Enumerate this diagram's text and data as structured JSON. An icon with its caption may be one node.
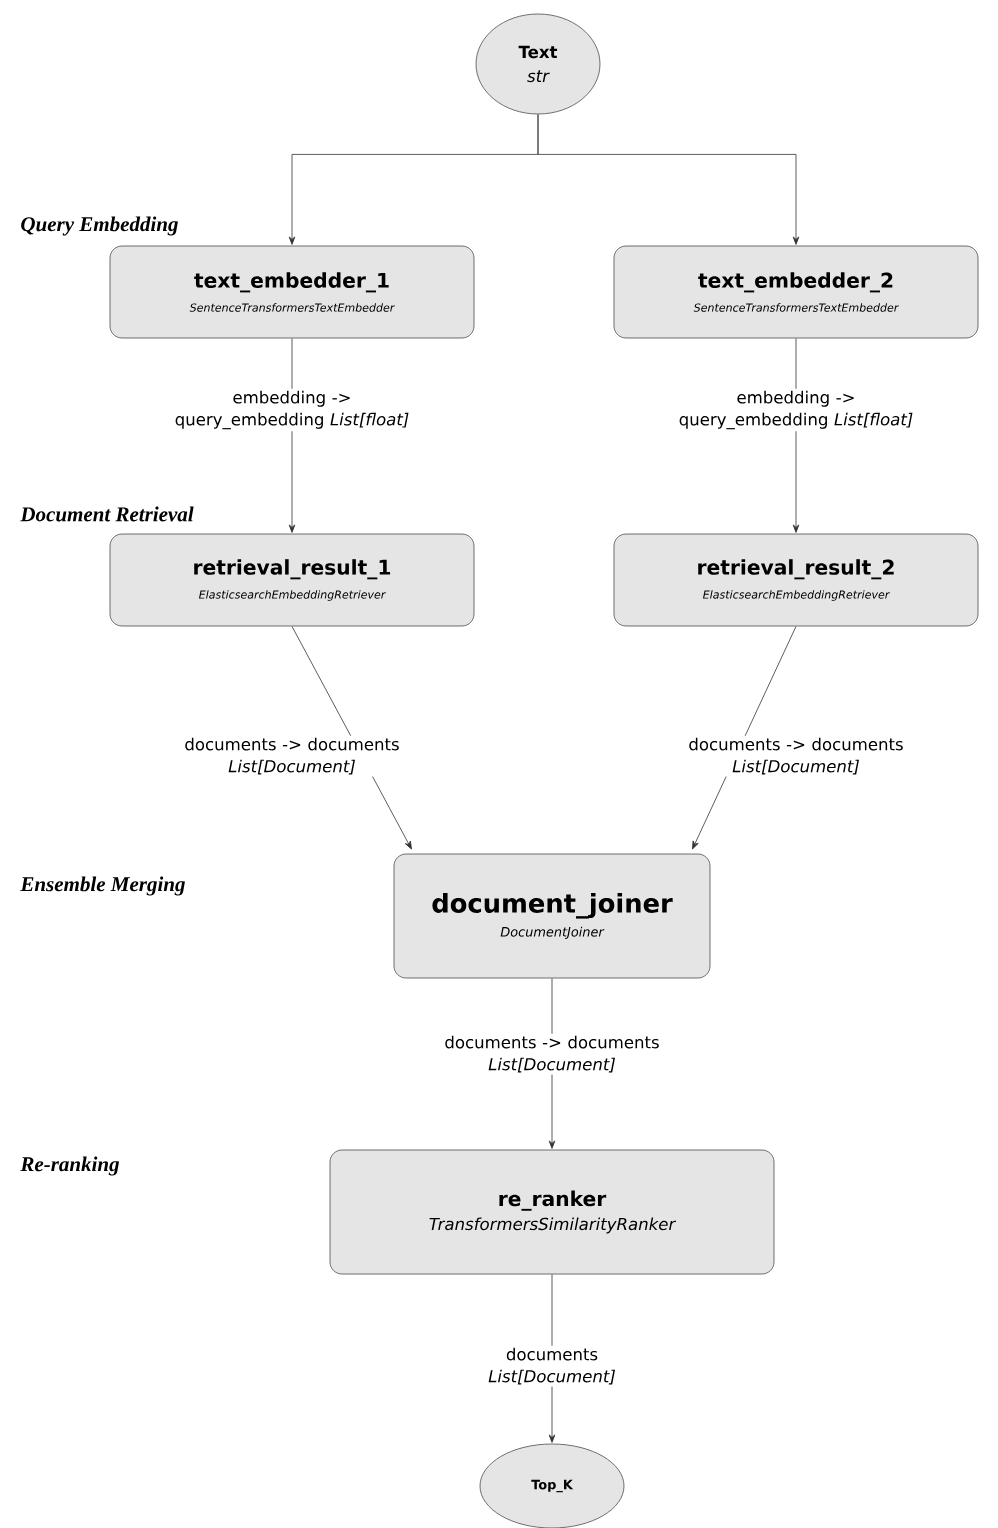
{
  "diagram": {
    "nodes": [
      {
        "text": [
          "Text",
          "str"
        ]
      },
      {
        "text": [
          "text_embedder_1",
          "SentenceTransformersTextEmbedder"
        ]
      },
      {
        "text": [
          "text_embedder_2",
          "SentenceTransformersTextEmbedder"
        ]
      },
      {
        "text": [
          "retrieval_result_1",
          "ElasticsearchEmbeddingRetriever"
        ]
      },
      {
        "text": [
          "retrieval_result_2",
          "ElasticsearchEmbeddingRetriever"
        ]
      },
      {
        "text": [
          "document_joiner",
          "DocumentJoiner"
        ]
      },
      {
        "text": [
          "re_ranker",
          "TransformersSimilarityRanker"
        ]
      },
      {
        "text": [
          "Top_K"
        ]
      }
    ],
    "edges": [
      {
        "from": 0,
        "to": 1,
        "arrow": "to"
      },
      {
        "from": 0,
        "to": 2,
        "arrow": "to"
      },
      {
        "from": 1,
        "to": 3,
        "arrow": "to",
        "label": "embedding -> query_embedding *List[float]*"
      },
      {
        "from": 2,
        "to": 4,
        "arrow": "to",
        "label": "embedding -> query_embedding *List[float]*"
      },
      {
        "from": 3,
        "to": 5,
        "arrow": "to",
        "label": "documents -> documents *List[Document]*"
      },
      {
        "from": 4,
        "to": 5,
        "arrow": "to",
        "label": "documents -> documents *List[Document]*"
      },
      {
        "from": 5,
        "to": 6,
        "arrow": "to",
        "label": "documents -> documents *List[Document]*"
      },
      {
        "from": 6,
        "to": 7,
        "arrow": "to",
        "label": "documents *List[Document]*"
      }
    ],
    "labels": [
      "Query Embedding",
      "Document Retrieval",
      "Ensemble Merging",
      "Re-ranking"
    ]
  }
}
